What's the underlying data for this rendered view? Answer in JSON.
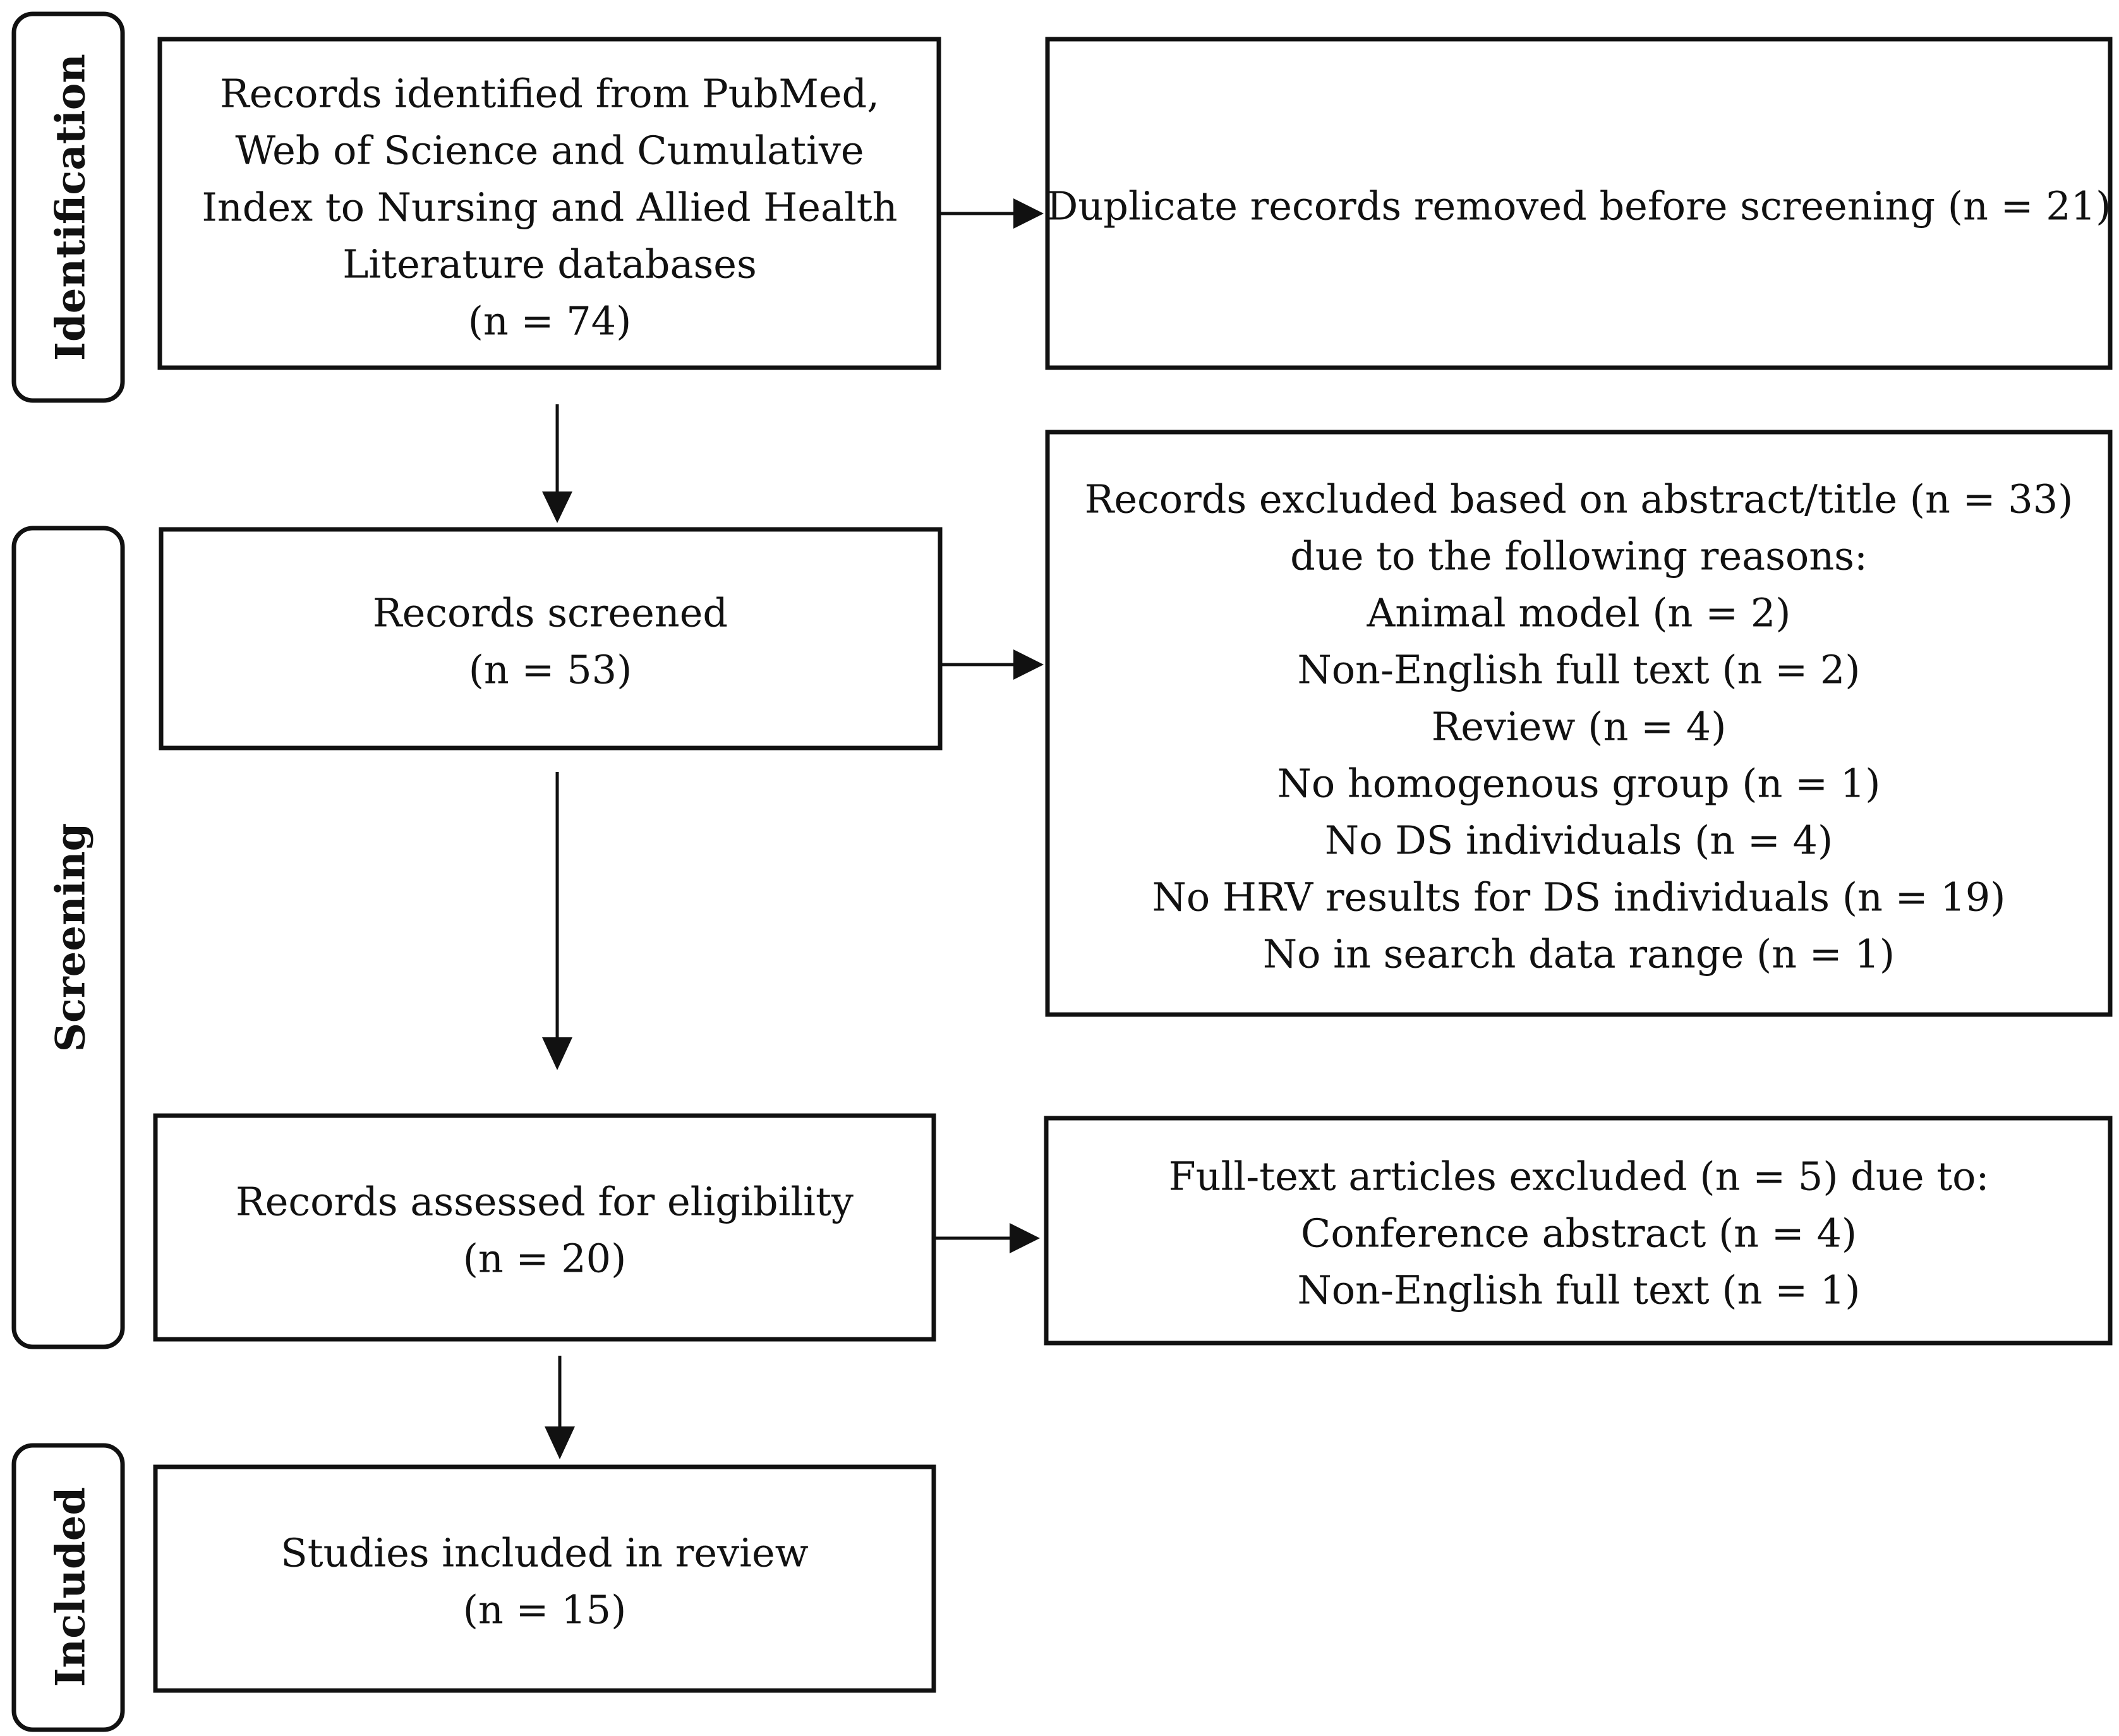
{
  "stages": {
    "identification": "Identification",
    "screening": "Screening",
    "included": "Included"
  },
  "boxes": {
    "identified": [
      "Records identified from PubMed,",
      "Web of Science and Cumulative",
      "Index to Nursing and Allied Health",
      "Literature databases",
      "(n = 74)"
    ],
    "duplicates": [
      "Duplicate records removed before screening (n = 21)"
    ],
    "screened": [
      "Records screened",
      "(n = 53)"
    ],
    "excluded_abstract": [
      "Records excluded based on abstract/title (n = 33)",
      "due to the following reasons:",
      "Animal model (n = 2)",
      "Non-English full text (n = 2)",
      "Review (n = 4)",
      "No homogenous group (n = 1)",
      "No DS individuals (n = 4)",
      "No HRV results for DS individuals (n = 19)",
      "No in search data range (n = 1)"
    ],
    "eligibility": [
      "Records assessed for eligibility",
      "(n = 20)"
    ],
    "excluded_fulltext": [
      "Full-text articles excluded (n = 5) due to:",
      "Conference abstract (n = 4)",
      "Non-English full text (n = 1)"
    ],
    "included": [
      "Studies included in review",
      "(n = 15)"
    ]
  }
}
